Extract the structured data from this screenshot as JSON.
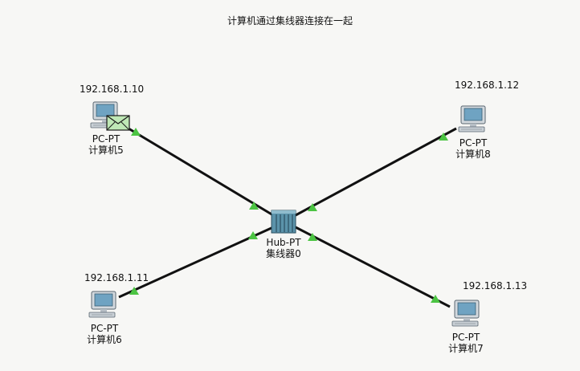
{
  "title": "计算机通过集线器连接在一起",
  "colors": {
    "cable": "#111111",
    "link_light": "#4cc443",
    "pc_body": "#cfd6dc",
    "pc_screen": "#6fa3c2",
    "hub_body": "#5b93aa",
    "envelope": "#bfe8b6"
  },
  "devices": {
    "pc5": {
      "ip": "192.168.1.10",
      "model": "PC-PT",
      "name": "计算机5",
      "icon": "pc-icon"
    },
    "pc8": {
      "ip": "192.168.1.12",
      "model": "PC-PT",
      "name": "计算机8",
      "icon": "pc-icon"
    },
    "pc6": {
      "ip": "192.168.1.11",
      "model": "PC-PT",
      "name": "计算机6",
      "icon": "pc-icon"
    },
    "pc7": {
      "ip": "192.168.1.13",
      "model": "PC-PT",
      "name": "计算机7",
      "icon": "pc-icon"
    },
    "hub0": {
      "model": "Hub-PT",
      "name": "集线器0",
      "icon": "hub-icon"
    }
  },
  "pdu": {
    "icon": "envelope-icon"
  }
}
